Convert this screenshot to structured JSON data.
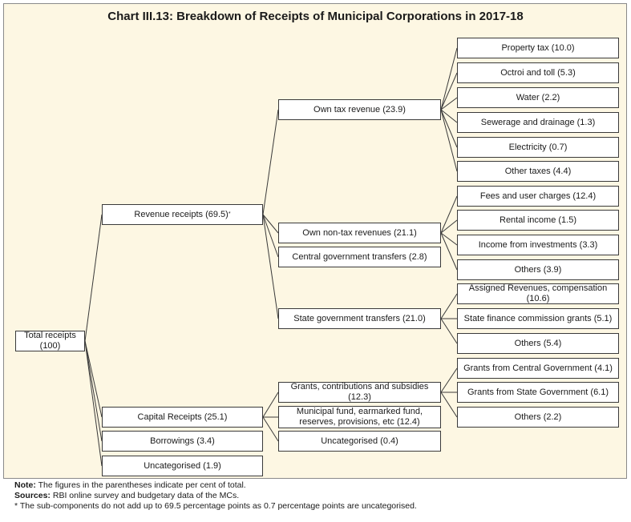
{
  "title": "Chart III.13: Breakdown of Receipts of Municipal Corporations in 2017-18",
  "nodes": {
    "total": "Total receipts (100)",
    "revenue": "Revenue receipts (69.5)",
    "revenue_mark": "*",
    "capital": "Capital Receipts (25.1)",
    "borrowings": "Borrowings (3.4)",
    "uncat_total": "Uncategorised (1.9)",
    "own_tax": "Own tax revenue (23.9)",
    "own_nontax": "Own non-tax revenues (21.1)",
    "central_transfers": "Central government transfers (2.8)",
    "state_transfers": "State government transfers (21.0)",
    "grants_contrib": "Grants, contributions and subsidies (12.3)",
    "municipal_fund": "Municipal fund, earmarked fund, reserves, provisions, etc (12.4)",
    "uncat_capital": "Uncategorised (0.4)",
    "property_tax": "Property tax (10.0)",
    "octroi": "Octroi and toll (5.3)",
    "water": "Water (2.2)",
    "sewerage": "Sewerage and drainage (1.3)",
    "electricity": "Electricity (0.7)",
    "other_taxes": "Other taxes (4.4)",
    "fees": "Fees and user charges (12.4)",
    "rental": "Rental income (1.5)",
    "investments": "Income from investments (3.3)",
    "others_nontax": "Others (3.9)",
    "assigned": "Assigned Revenues, compensation (10.6)",
    "sfc_grants": "State finance commission grants (5.1)",
    "others_state": "Others (5.4)",
    "grants_central": "Grants from Central Government (4.1)",
    "grants_state": "Grants from State Government (6.1)",
    "others_grants": "Others (2.2)"
  },
  "notes": {
    "note_label": "Note:",
    "note_text": " The figures in the parentheses indicate per cent of total.",
    "sources_label": "Sources:",
    "sources_text": " RBI online survey and budgetary data of the MCs.",
    "footnote": "* The sub-components do not add up to 69.5 percentage points as 0.7 percentage points are uncategorised."
  }
}
